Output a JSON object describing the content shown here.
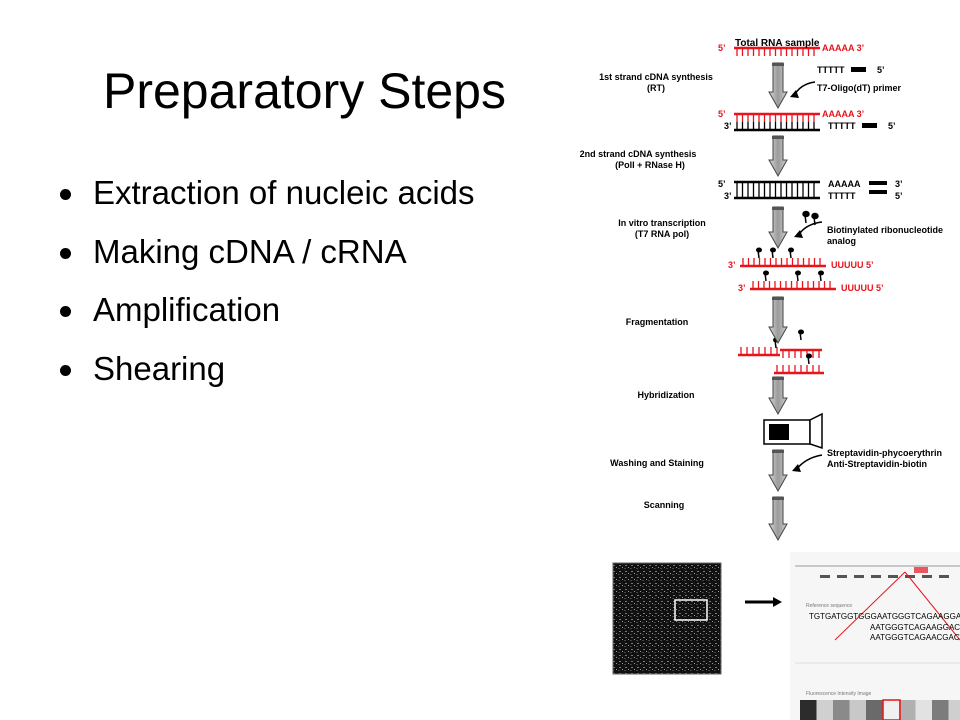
{
  "slide": {
    "title": "Preparatory Steps",
    "bullets": [
      "Extraction of nucleic acids",
      "Making cDNA / cRNA",
      "Amplification",
      "Shearing"
    ]
  },
  "diagram": {
    "sample_label": "Total RNA sample",
    "stages": {
      "s1_line1": "1st strand cDNA synthesis",
      "s1_line2": "(RT)",
      "s2_line1": "2nd strand cDNA synthesis",
      "s2_line2": "(PolI + RNase H)",
      "ivt_line1": "In vitro transcription",
      "ivt_line2": "(T7 RNA pol)",
      "fragmentation": "Fragmentation",
      "hybridization": "Hybridization",
      "washing": "Washing and Staining",
      "scanning": "Scanning"
    },
    "annotations": {
      "primer": "T7-Oligo(dT) primer",
      "biotin_line1": "Biotinylated ribonucleotide",
      "biotin_line2": "analog",
      "strep_line1": "Streptavidin-phycoerythrin",
      "strep_line2": "Anti-Streptavidin-biotin"
    },
    "strand_labels": {
      "five_prime": "5’",
      "three_prime": "3’",
      "polyA": "AAAAA 3’",
      "polyA_short": "AAAAA",
      "polyT": "TTTTT",
      "polyU": "UUUUU 5’"
    },
    "results_panel": {
      "reference_label": "Reference sequence",
      "ref_seq": "TGTGATGGTGGGAATGGGTCAGAAGGACTCCTA",
      "probe1": "AATGGGTCAGAAGGACTCCTA",
      "probe2": "AATGGGTCAGAACGACTCCTA",
      "intensity_label": "Fluorescence Intensity Image"
    },
    "colors": {
      "rna_red": "#e8141c",
      "arrow_gray": "#b8b8b8"
    }
  }
}
